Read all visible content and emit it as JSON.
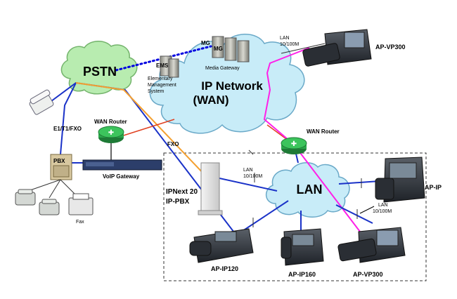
{
  "colors": {
    "cloud_fill": "#c8ecf8",
    "cloud_stroke": "#6aa9c8",
    "pstn_fill": "#b8ecb0",
    "pstn_stroke": "#74b46c",
    "blue_line": "#1a32c8",
    "orange_line": "#f4a030",
    "red_line": "#e04020",
    "magenta_line": "#ff20e8",
    "dotted_line": "#0000e0",
    "router_green": "#2aa84a"
  },
  "clouds": {
    "pstn": "PSTN",
    "ip_network_1": "IP Network",
    "ip_network_2": "(WAN)",
    "lan": "LAN"
  },
  "labels": {
    "mg1": "MG",
    "mg2": "MG",
    "media_gateway": "Media Gateway",
    "ems": "EMS",
    "ems_desc": [
      "Elementary",
      "Management",
      "System"
    ],
    "lan_speed_top": [
      "LAN",
      "10/100M"
    ],
    "lan_speed_ipnext": [
      "LAN",
      "10/100M"
    ],
    "lan_speed_right": [
      "LAN",
      "10/100M"
    ],
    "ap_vp300_top": "AP-VP300",
    "wan_router_left": "WAN Router",
    "wan_router_right": "WAN Router",
    "e1_t1_fxo": "E1/T1/FXO",
    "fxo": "FXO",
    "pbx": "PBX",
    "voip_gateway": "VoIP Gateway",
    "fax": "Fax",
    "ipnext_1": "IPNext 20",
    "ipnext_2": "IP-PBX",
    "ap_ip": "AP-IP",
    "ap_ip120": "AP-IP120",
    "ap_ip160": "AP-IP160",
    "ap_vp300_bottom": "AP-VP300"
  }
}
